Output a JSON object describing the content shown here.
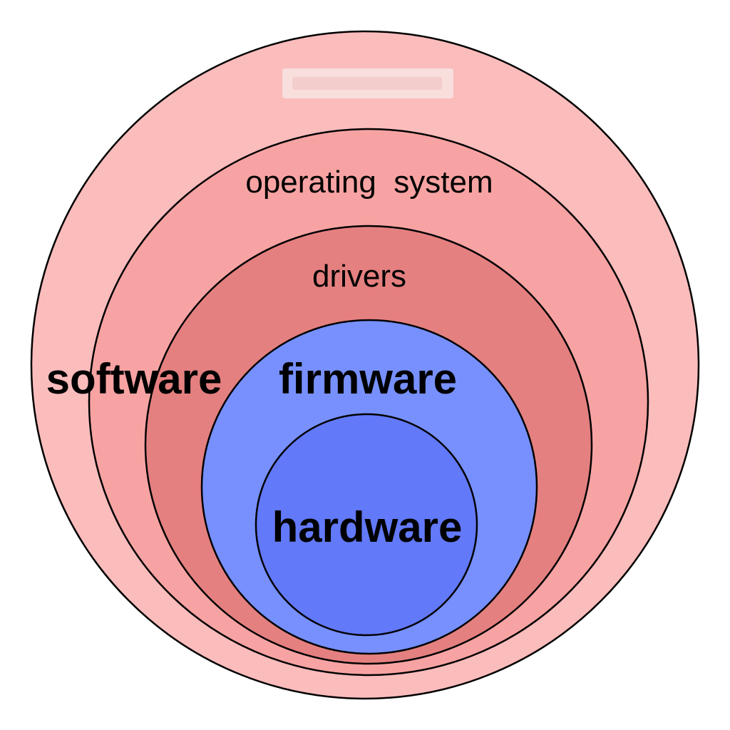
{
  "diagram": {
    "layers": [
      {
        "id": "software",
        "label": "software",
        "fill": "#fbbcbc"
      },
      {
        "id": "operating-system",
        "label": "operating  system",
        "fill": "#f8a3a3"
      },
      {
        "id": "drivers",
        "label": "drivers",
        "fill": "#e58080"
      },
      {
        "id": "firmware",
        "label": "firmware",
        "fill": "#7790fd"
      },
      {
        "id": "hardware",
        "label": "hardware",
        "fill": "#6279f9"
      }
    ],
    "outline_color": "#000000",
    "background": "#ffffff"
  }
}
